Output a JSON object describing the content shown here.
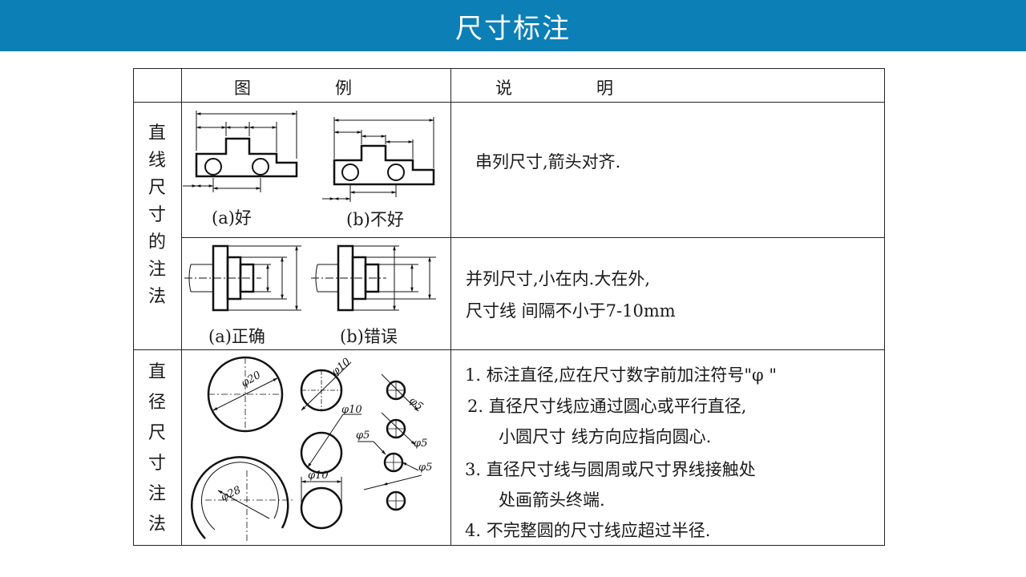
{
  "slide": {
    "title": "尺寸标注"
  },
  "table": {
    "header": {
      "col_figure": "图　　　　　例",
      "col_desc": "说　　　　　明"
    },
    "row_linear": {
      "label": [
        "直",
        "线",
        "尺",
        "寸",
        "的",
        "注",
        "法"
      ],
      "fig1": {
        "caption_a": "(a)好",
        "caption_b": "(b)不好"
      },
      "desc1": "串列尺寸,箭头对齐.",
      "fig2": {
        "caption_a": "(a)正确",
        "caption_b": "(b)错误"
      },
      "desc2_line1": "并列尺寸,小在内.大在外,",
      "desc2_line2": "尺寸线 间隔不小于7-10mm"
    },
    "row_diameter": {
      "label": [
        "直",
        "径",
        "尺",
        "寸",
        "注",
        "法"
      ],
      "fig_labels": {
        "d20": "φ20",
        "d10a": "φ10",
        "d10b": "φ10",
        "d10c": "φ10",
        "d5a": "φ5",
        "d5b": "φ5",
        "d5c": "φ5",
        "d5d": "φ5",
        "d28": "φ28"
      },
      "notes": [
        "1.  标注直径,应在尺寸数字前加注符号\"φ \"",
        "2.  直径尺寸线应通过圆心或平行直径,",
        "小圆尺寸 线方向应指向圆心.",
        "3.  直径尺寸线与圆周或尺寸界线接触处",
        "处画箭头终端.",
        "4.  不完整圆的尺寸线应超过半径."
      ]
    }
  }
}
